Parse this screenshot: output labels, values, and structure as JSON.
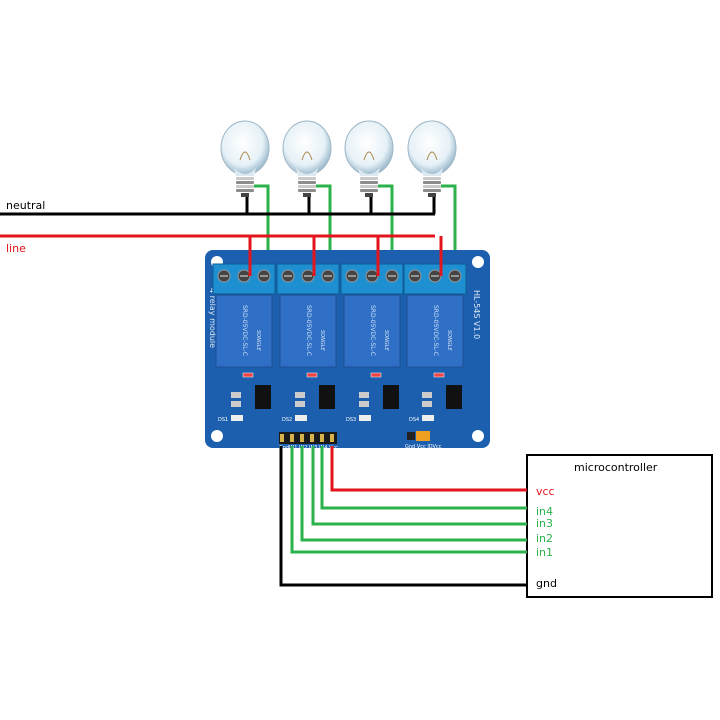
{
  "labels": {
    "neutral": "neutral",
    "line": "line"
  },
  "board": {
    "name_text": "4 relay module",
    "model_text": "HL-54S V1.0",
    "relay_part": "SRD-05VDC-SL-C",
    "relay_brand": "SONGLE",
    "header_pins": [
      "Gnd",
      "IN1",
      "IN2",
      "IN3",
      "IN4",
      "Vcc"
    ],
    "jumper_text": "Gnd Vcc JDVcc",
    "leds": [
      "DS1",
      "DS2",
      "DS3",
      "DS4"
    ],
    "color": "#1c5fae"
  },
  "microcontroller": {
    "title": "microcontroller",
    "pins": {
      "vcc": "vcc",
      "in4": "in4",
      "in3": "in3",
      "in2": "in2",
      "in1": "in1",
      "gnd": "gnd"
    }
  },
  "colors": {
    "neutral_wire": "#000000",
    "line_wire": "#e3141b",
    "signal_wire": "#2bb24c",
    "vcc_label": "#e3141b",
    "in_label": "#2bb24c"
  }
}
